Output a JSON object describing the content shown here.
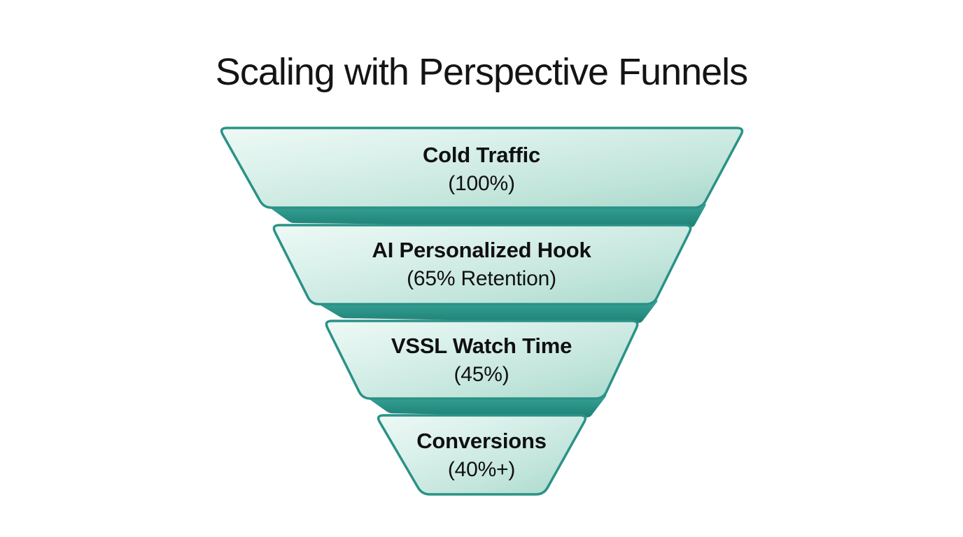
{
  "page": {
    "title": "Scaling with Perspective Funnels",
    "background_color": "#ffffff",
    "text_color": "#101010"
  },
  "colors": {
    "tier_border_teal": "#2a9287",
    "connector_top_teal": "#38a296",
    "connector_bottom_teal": "#1f8075",
    "tier_fill_light": "#ecf8f4",
    "tier_fill_mid": "#d5eee7",
    "tier_fill_dark": "#a9d8cc"
  },
  "chart_data": {
    "type": "funnel",
    "title": "Scaling with Perspective Funnels",
    "orientation": "top-down",
    "style": "inverted trapezoid tiers with dark teal 3D connector bands",
    "stages": [
      {
        "label": "Cold Traffic",
        "value_label": "(100%)",
        "value_pct": 100
      },
      {
        "label": "AI Personalized Hook",
        "value_label": "(65% Retention)",
        "value_pct": 65
      },
      {
        "label": "VSSL Watch Time",
        "value_label": "(45%)",
        "value_pct": 45
      },
      {
        "label": "Conversions",
        "value_label": "(40%+)",
        "value_pct": 40
      }
    ]
  }
}
